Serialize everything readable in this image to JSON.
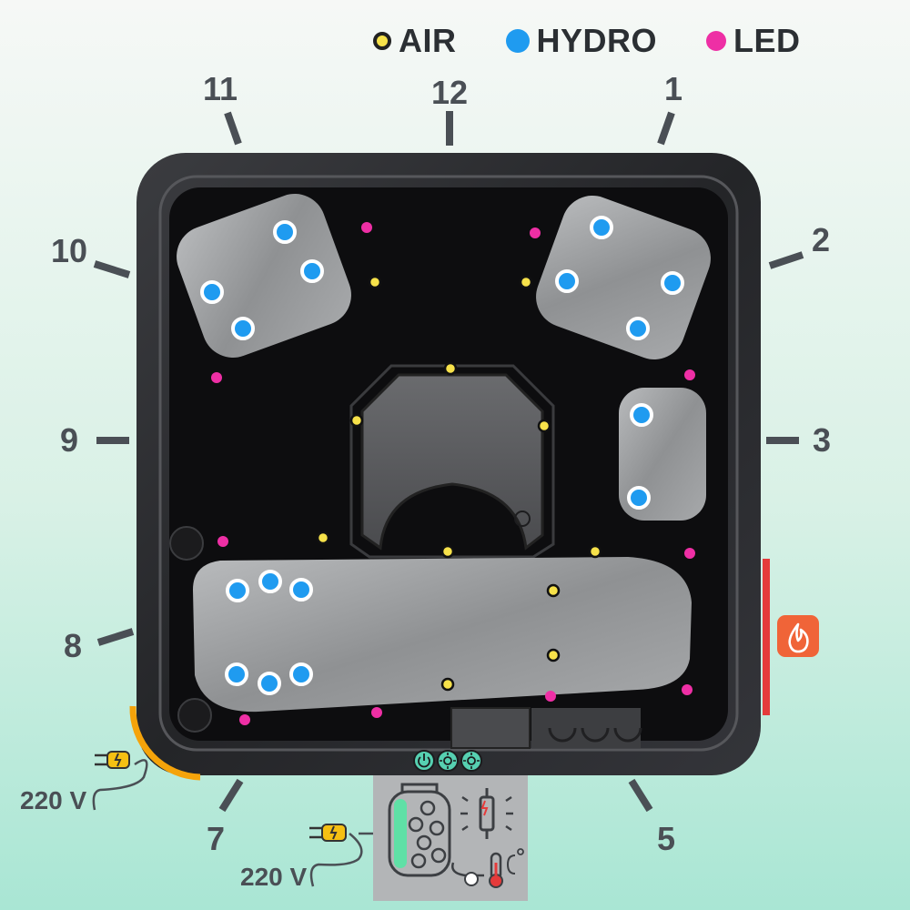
{
  "legend": {
    "air": {
      "label": "AIR",
      "color": "#f7e24a"
    },
    "hydro": {
      "label": "HYDRO",
      "color": "#1f9bf0"
    },
    "led": {
      "label": "LED",
      "color": "#ee2fa5"
    }
  },
  "clock_positions": {
    "p1": "1",
    "p2": "2",
    "p3": "3",
    "p5": "5",
    "p7": "7",
    "p8": "8",
    "p9": "9",
    "p10": "10",
    "p11": "11",
    "p12": "12"
  },
  "power": {
    "left_voltage": "220 V",
    "bottom_voltage": "220 V"
  },
  "colors": {
    "shell": "#2c2d30",
    "seat": "#a9abad",
    "heater_bar": "#e53b3b",
    "heater_icon_bg": "#f06438",
    "power_arc": "#f5a30a",
    "control_button": "#56d0b1"
  },
  "icons": [
    "heater-icon",
    "power-button-icon",
    "jets-button-icon",
    "light-button-icon",
    "filter-icon",
    "uv-lamp-icon",
    "thermometer-icon",
    "plug-icon"
  ]
}
